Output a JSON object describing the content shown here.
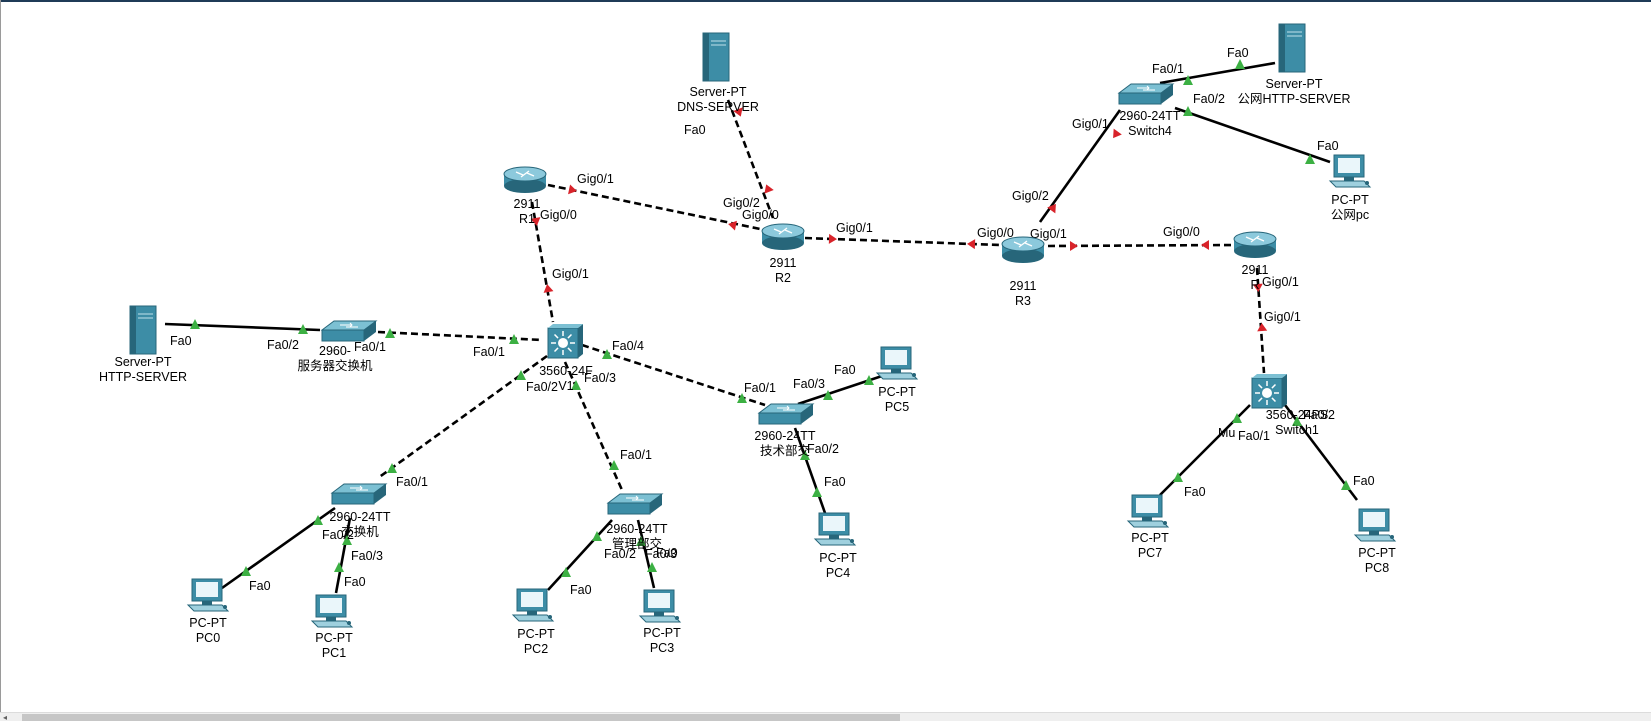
{
  "colors": {
    "cable": "#000000",
    "link_up": "#3cb043",
    "link_down": "#d8232a",
    "device": "#3d8da6",
    "device_dark": "#27667a",
    "scrollbar_thumb": "#c6c6c6"
  },
  "scrollbar": {
    "arrow_glyph": "◂"
  },
  "devices": [
    {
      "id": "dns",
      "type": "server",
      "lines": [
        "Server-PT",
        "DNS-SERVER"
      ]
    },
    {
      "id": "pubhttp",
      "type": "server",
      "lines": [
        "Server-PT",
        "公网HTTP-SERVER"
      ]
    },
    {
      "id": "http",
      "type": "server",
      "lines": [
        "Server-PT",
        "HTTP-SERVER"
      ]
    },
    {
      "id": "sw4",
      "type": "switch",
      "lines": [
        "2960-24TT",
        "Switch4"
      ]
    },
    {
      "id": "pubpc",
      "type": "pc",
      "lines": [
        "PC-PT",
        "公网pc"
      ]
    },
    {
      "id": "r1",
      "type": "router",
      "lines": [
        "2911",
        "R1"
      ]
    },
    {
      "id": "r2",
      "type": "router",
      "lines": [
        "2911",
        "R2"
      ]
    },
    {
      "id": "r3",
      "type": "router",
      "lines": [
        "2911",
        "R3"
      ]
    },
    {
      "id": "r4",
      "type": "router",
      "lines": [
        "2911",
        "R"
      ]
    },
    {
      "id": "srvsw",
      "type": "switch",
      "lines": [
        "2960-",
        "服务器交换机"
      ]
    },
    {
      "id": "ml",
      "type": "mlswitch",
      "lines": [
        "3560-24F",
        "V1"
      ]
    },
    {
      "id": "techsw",
      "type": "switch",
      "lines": [
        "2960-24TT",
        "技术部交"
      ]
    },
    {
      "id": "sw1",
      "type": "mlswitch",
      "lines": [
        "3560-24PS",
        "Switch1"
      ]
    },
    {
      "id": "pc5",
      "type": "pc",
      "lines": [
        "PC-PT",
        "PC5"
      ]
    },
    {
      "id": "pc4",
      "type": "pc",
      "lines": [
        "PC-PT",
        "PC4"
      ]
    },
    {
      "id": "swleft",
      "type": "switch",
      "lines": [
        "2960-24TT",
        "交换机"
      ]
    },
    {
      "id": "swmid",
      "type": "switch",
      "lines": [
        "2960-24TT",
        "管理部交"
      ]
    },
    {
      "id": "pc0",
      "type": "pc",
      "lines": [
        "PC-PT",
        "PC0"
      ]
    },
    {
      "id": "pc1",
      "type": "pc",
      "lines": [
        "PC-PT",
        "PC1"
      ]
    },
    {
      "id": "pc2",
      "type": "pc",
      "lines": [
        "PC-PT",
        "PC2"
      ]
    },
    {
      "id": "pc3",
      "type": "pc",
      "lines": [
        "PC-PT",
        "PC3"
      ]
    },
    {
      "id": "pc7",
      "type": "pc",
      "lines": [
        "PC-PT",
        "PC7"
      ]
    },
    {
      "id": "pc8",
      "type": "pc",
      "lines": [
        "PC-PT",
        "PC8"
      ]
    }
  ],
  "links": [
    {
      "a": "sw4",
      "b": "pubhttp",
      "style": "solid",
      "a_port": "Fa0/1",
      "b_port": "Fa0",
      "a_status": "up",
      "b_status": "up"
    },
    {
      "a": "sw4",
      "b": "pubpc",
      "style": "solid",
      "a_port": "Fa0/2",
      "b_port": "Fa0",
      "a_status": "up",
      "b_status": "up"
    },
    {
      "a": "r3",
      "b": "sw4",
      "style": "solid",
      "a_port": "Gig0/2",
      "b_port": "Gig0/1",
      "a_status": "down",
      "b_status": "down"
    },
    {
      "a": "r1",
      "b": "r2",
      "style": "dashed",
      "a_port": "Gig0/1",
      "b_port": "Gig0/2",
      "a_status": "down",
      "b_status": "down"
    },
    {
      "a": "dns",
      "b": "r2",
      "style": "dashed",
      "a_port": "Fa0",
      "b_port": "Gig0/0",
      "a_status": "down",
      "b_status": "down"
    },
    {
      "a": "r2",
      "b": "r3",
      "style": "dashed",
      "a_port": "Gig0/1",
      "b_port": "Gig0/0",
      "a_status": "down",
      "b_status": "down"
    },
    {
      "a": "r3",
      "b": "r4",
      "style": "dashed",
      "a_port": "Gig0/1",
      "b_port": "Gig0/0",
      "a_status": "down",
      "b_status": "down"
    },
    {
      "a": "r1",
      "b": "ml",
      "style": "dashed",
      "a_port": "Gig0/0",
      "b_port": "Gig0/1",
      "a_status": "down",
      "b_status": "down"
    },
    {
      "a": "r4",
      "b": "sw1",
      "style": "dashed",
      "a_port": "Gig0/1",
      "b_port": "Gig0/1",
      "a_status": "down",
      "b_status": "down"
    },
    {
      "a": "http",
      "b": "srvsw",
      "style": "solid",
      "a_port": "Fa0",
      "b_port": "Fa0/2",
      "a_status": "up",
      "b_status": "up"
    },
    {
      "a": "srvsw",
      "b": "ml",
      "style": "dashed",
      "a_port": "Fa0/1",
      "b_port": "Fa0/1",
      "a_status": "up",
      "b_status": "up"
    },
    {
      "a": "ml",
      "b": "techsw",
      "style": "dashed",
      "a_port": "Fa0/4",
      "b_port": "Fa0/1",
      "a_status": "up",
      "b_status": "up"
    },
    {
      "a": "ml",
      "b": "swleft",
      "style": "dashed",
      "a_port": "Fa0/2",
      "b_port": "Fa0/1",
      "a_status": "up",
      "b_status": "up"
    },
    {
      "a": "ml",
      "b": "swmid",
      "style": "dashed",
      "a_port": "Fa0/3",
      "b_port": "Fa0/1",
      "a_status": "up",
      "b_status": "up"
    },
    {
      "a": "techsw",
      "b": "pc5",
      "style": "solid",
      "a_port": "Fa0/3",
      "b_port": "Fa0",
      "a_status": "up",
      "b_status": "up"
    },
    {
      "a": "techsw",
      "b": "pc4",
      "style": "solid",
      "a_port": "Fa0/2",
      "b_port": "Fa0",
      "a_status": "up",
      "b_status": "up"
    },
    {
      "a": "swleft",
      "b": "pc0",
      "style": "solid",
      "a_port": "Fa0/2",
      "b_port": "Fa0",
      "a_status": "up",
      "b_status": "up"
    },
    {
      "a": "swleft",
      "b": "pc1",
      "style": "solid",
      "a_port": "Fa0/3",
      "b_port": "Fa0",
      "a_status": "up",
      "b_status": "up"
    },
    {
      "a": "swmid",
      "b": "pc2",
      "style": "solid",
      "a_port": "Fa0/2",
      "b_port": "Fa0",
      "a_status": "up",
      "b_status": "up"
    },
    {
      "a": "swmid",
      "b": "pc3",
      "style": "solid",
      "a_port": "Fa0/3",
      "b_port": "Fa0",
      "a_status": "up",
      "b_status": "up"
    },
    {
      "a": "sw1",
      "b": "pc7",
      "style": "solid",
      "a_port": "Fa0/1",
      "b_port": "Fa0",
      "a_status": "up",
      "b_status": "up"
    },
    {
      "a": "sw1",
      "b": "pc8",
      "style": "solid",
      "a_port": "Fa0/2",
      "b_port": "Fa0",
      "a_status": "up",
      "b_status": "up"
    }
  ],
  "floating_labels": [
    {
      "id": "mu",
      "text": "Mu"
    }
  ]
}
